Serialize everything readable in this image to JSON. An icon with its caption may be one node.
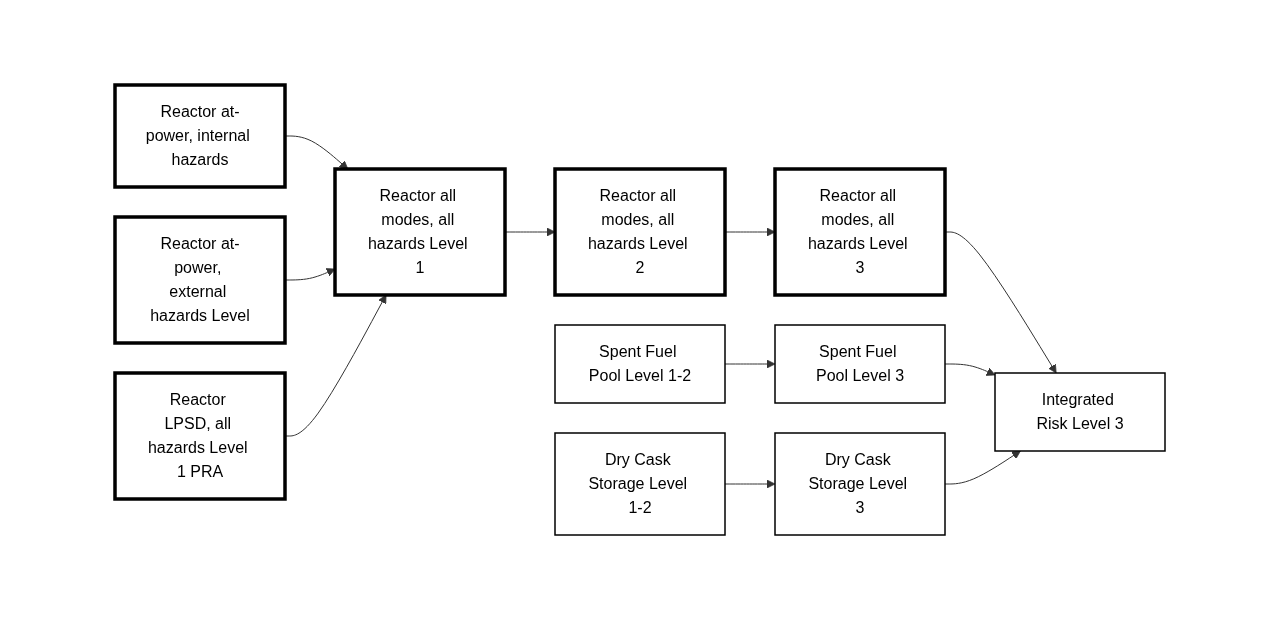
{
  "diagram": {
    "nodes": [
      {
        "text": [
          "Reactor at-power, internal hazards"
        ]
      },
      {
        "text": [
          "Reactor at-power, external hazards Level"
        ]
      },
      {
        "text": [
          "Reactor LPSD, all hazards Level 1 PRA"
        ]
      },
      {
        "text": [
          "Reactor all modes, all hazards Level 1"
        ]
      },
      {
        "text": [
          "Reactor all modes, all hazards Level 2"
        ]
      },
      {
        "text": [
          "Reactor all modes, all hazards Level 3"
        ]
      },
      {
        "text": [
          "Spent Fuel Pool Level 1-2"
        ]
      },
      {
        "text": [
          "Spent Fuel Pool Level 3"
        ]
      },
      {
        "text": [
          "Integrated Risk Level 3"
        ]
      },
      {
        "text": [
          "Dry Cask Storage Level 1-2"
        ]
      },
      {
        "text": [
          "Dry Cask Storage Level 3"
        ]
      }
    ],
    "edges": [
      {
        "from": 0,
        "to": 3,
        "arrow": "to"
      },
      {
        "from": 1,
        "to": 3,
        "arrow": "to"
      },
      {
        "from": 2,
        "to": 3,
        "arrow": "to"
      },
      {
        "from": 3,
        "to": 4,
        "arrow": "to"
      },
      {
        "from": 4,
        "to": 5,
        "arrow": "to"
      },
      {
        "from": 5,
        "to": 8,
        "arrow": "to"
      },
      {
        "from": 6,
        "to": 7,
        "arrow": "to"
      },
      {
        "from": 7,
        "to": 8,
        "arrow": "to"
      },
      {
        "from": 9,
        "to": 10,
        "arrow": "to"
      },
      {
        "from": 10,
        "to": 8,
        "arrow": "to"
      }
    ]
  }
}
